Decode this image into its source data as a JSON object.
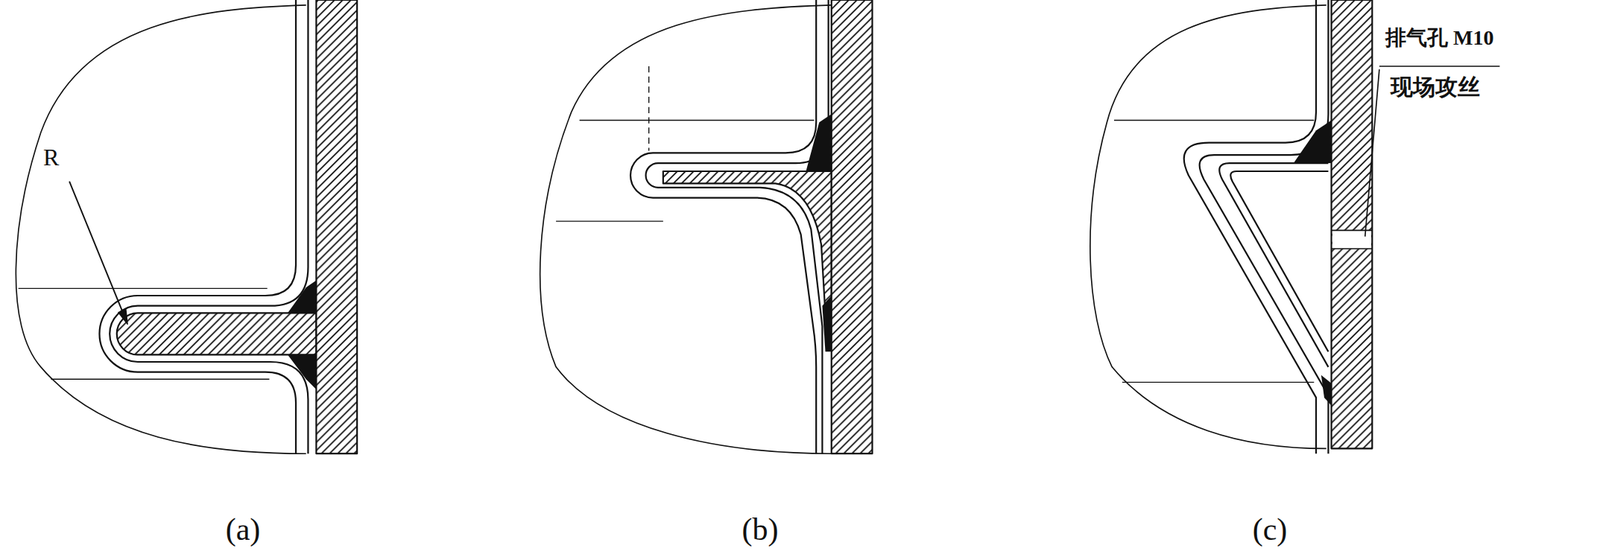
{
  "diagram": {
    "labels": [
      "R",
      "排气孔 M10",
      "现场攻丝",
      "(a)",
      "(b)",
      "(c)"
    ]
  }
}
